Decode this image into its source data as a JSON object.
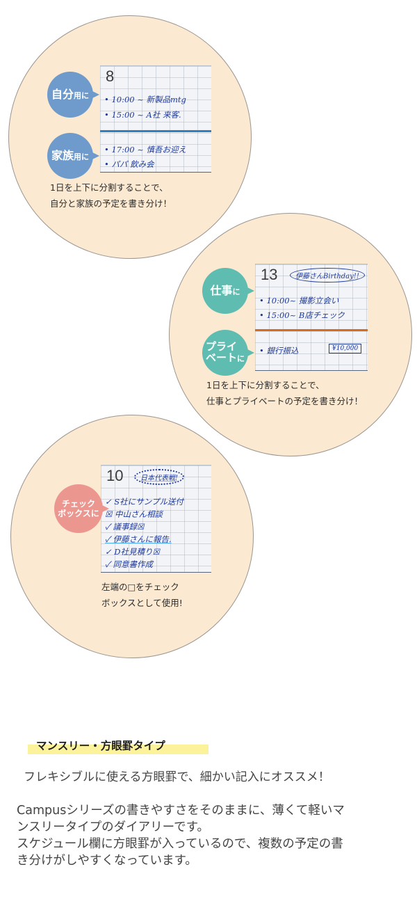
{
  "colors": {
    "circle_fill": "#fbe9d1",
    "circle_border": "#9a9590",
    "bubble_blue": "#6e9bcb",
    "bubble_teal": "#5fbcb0",
    "bubble_pink": "#ec9690",
    "highlight_yellow": "#fdf29c",
    "ink_blue": "#1f3a9a",
    "rule_blue": "#2f7fc4",
    "rule_orange": "#d86c1c"
  },
  "features": [
    {
      "bubbles": [
        {
          "big": "自分",
          "small": "用に"
        },
        {
          "big": "家族",
          "small": "用に"
        }
      ],
      "photo": {
        "day": "8",
        "lines_top": [
          "• 10:00 ~ 新製品mtg",
          "• 15:00 ~ A社 来客."
        ],
        "lines_bottom": [
          "• 17:00 ~ 慎吾お迎え",
          "• パパ 飲み会"
        ]
      },
      "caption": [
        "1日を上下に分割することで、",
        "自分と家族の予定を書き分け！"
      ]
    },
    {
      "bubbles": [
        {
          "big": "仕事",
          "small": "に"
        },
        {
          "big": "プライ\nベート",
          "small": "に"
        }
      ],
      "photo": {
        "day": "13",
        "oval_note": "伊藤さんBirthday!!",
        "lines_top": [
          "• 10:00~ 撮影立会い",
          "• 15:00~ B店チェック"
        ],
        "lines_bottom": [
          "• 銀行振込"
        ],
        "amount_box": "¥10,000"
      },
      "caption": [
        "1日を上下に分割することで、",
        "仕事とプライベートの予定を書き分け！"
      ]
    },
    {
      "bubbles": [
        {
          "line1": "チェック",
          "line2": "ボックスに"
        }
      ],
      "photo": {
        "day": "10",
        "cloud_note": "日本代表戦!",
        "lines": [
          "✓ S社にサンプル送付",
          "   ☒ 中山さん相談",
          "✓ 議事録☒",
          "✓ 伊藤さんに報告.",
          "✓ D社見積り☒",
          "✓ 同意書作成"
        ]
      },
      "caption": [
        "左端の□をチェック",
        "ボックスとして使用!"
      ]
    }
  ],
  "section": {
    "heading": "マンスリー・方眼罫タイプ",
    "subtitle": "フレキシブルに使える方眼罫で、細かい記入にオススメ！",
    "paragraph_lines": [
      "Campusシリーズの書きやすさをそのままに、薄くて軽いマ",
      "ンスリータイプのダイアリーです。",
      "スケジュール欄に方眼罫が入っているので、複数の予定の書",
      "き分けがしやすくなっています。"
    ]
  }
}
